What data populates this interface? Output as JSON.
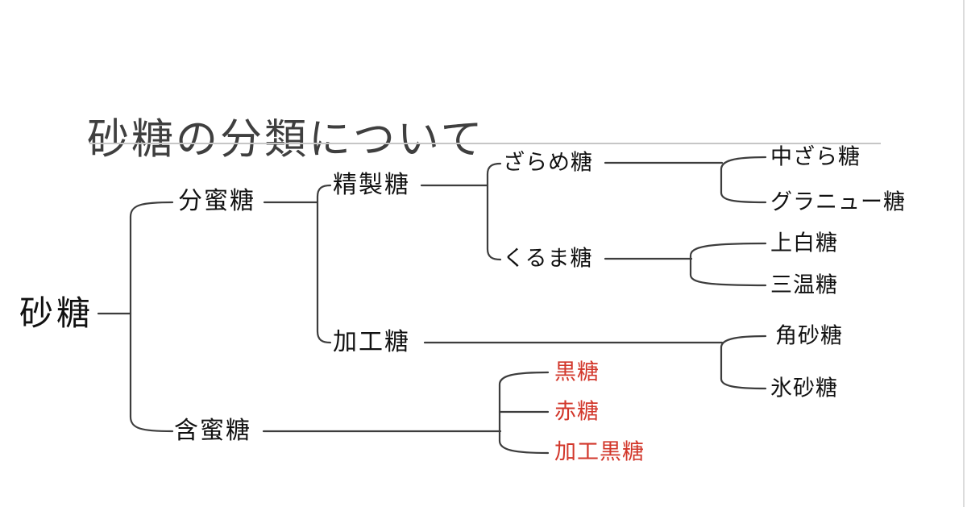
{
  "slide": {
    "title": "砂糖の分類について"
  },
  "theme": {
    "background": "#ffffff",
    "title_color": "#3f3f3f",
    "text_color": "#111111",
    "line_color": "#3d3d3d",
    "accent_red": "#d2372b",
    "divider_color": "#c6c6c6"
  },
  "tree": {
    "root": {
      "label": "砂糖",
      "children": [
        {
          "label": "分蜜糖",
          "children": [
            {
              "label": "精製糖",
              "children": [
                {
                  "label": "ざらめ糖",
                  "children": [
                    {
                      "label": "中ざら糖"
                    },
                    {
                      "label": "グラニュー糖"
                    }
                  ]
                },
                {
                  "label": "くるま糖",
                  "children": [
                    {
                      "label": "上白糖"
                    },
                    {
                      "label": "三温糖"
                    }
                  ]
                }
              ]
            },
            {
              "label": "加工糖",
              "children": [
                {
                  "label": "角砂糖"
                },
                {
                  "label": "氷砂糖"
                }
              ]
            }
          ]
        },
        {
          "label": "含蜜糖",
          "children": [
            {
              "label": "黒糖",
              "emphasis": "red"
            },
            {
              "label": "赤糖",
              "emphasis": "red"
            },
            {
              "label": "加工黒糖",
              "emphasis": "red"
            }
          ]
        }
      ]
    }
  }
}
